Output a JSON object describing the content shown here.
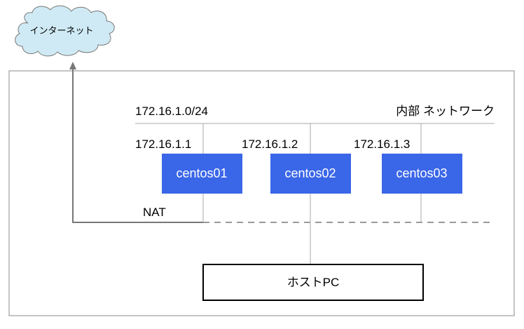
{
  "cloud": {
    "label": "インターネット"
  },
  "network": {
    "subnet": "172.16.1.0/24",
    "name": "内部 ネットワーク"
  },
  "nat_label": "NAT",
  "nodes": [
    {
      "name": "centos01",
      "ip": "172.16.1.1"
    },
    {
      "name": "centos02",
      "ip": "172.16.1.2"
    },
    {
      "name": "centos03",
      "ip": "172.16.1.3"
    }
  ],
  "host": {
    "label": "ホストPC"
  },
  "colors": {
    "node_fill": "#3a66e8",
    "cloud_fill": "#cfeaf5",
    "line": "#aaaaaa",
    "nat_line": "#777777",
    "border": "#888888"
  }
}
